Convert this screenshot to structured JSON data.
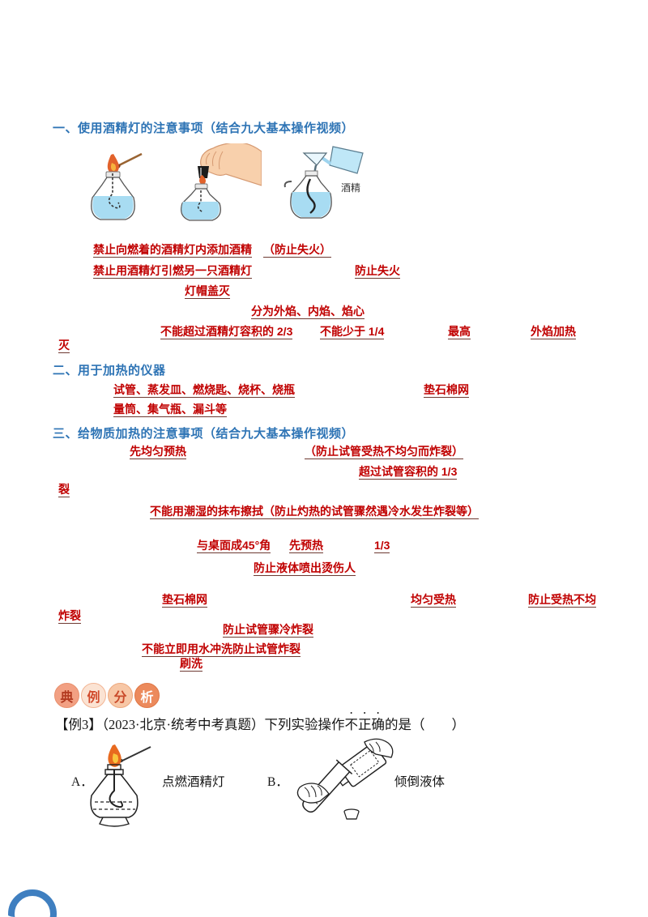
{
  "colors": {
    "heading_blue": "#2E74B5",
    "answer_red": "#C00000"
  },
  "sections": {
    "s1": {
      "heading": "一、使用酒精灯的注意事项（结合九大基本操作视频）",
      "answers": {
        "r1a": "禁止向燃着的酒精灯内添加酒精",
        "r1b": "（防止失火）",
        "r2a": "禁止用酒精灯引燃另一只酒精灯",
        "r2b": "防止失火",
        "r3": "灯帽盖灭",
        "r4": "分为外焰、内焰、焰心",
        "r5a": "不能超过酒精灯容积的 2/3",
        "r5b": "不能少于 1/4",
        "r5c": "最高",
        "r5d": "外焰加热",
        "r6": "灭"
      }
    },
    "s2": {
      "heading": "二、用于加热的仪器",
      "answers": {
        "r1a": "试管、蒸发皿、燃烧匙、烧杯、烧瓶",
        "r1b": "垫石棉网",
        "r2": "量筒、集气瓶、漏斗等"
      }
    },
    "s3": {
      "heading": "三、给物质加热的注意事项（结合九大基本操作视频）",
      "answers": {
        "r1a": "先均匀预热",
        "r1b": "（防止试管受热不均匀而炸裂）",
        "r2": "超过试管容积的 1/3",
        "r3": "裂",
        "r4": "不能用潮湿的抹布擦拭（防止灼热的试管骤然遇冷水发生炸裂等）",
        "r5a": "与桌面成45°角",
        "r5b": "先预热",
        "r5c": "1/3",
        "r6": "防止液体喷出烫伤人",
        "r7a": "垫石棉网",
        "r7b": "均匀受热",
        "r7c": "防止受热不均",
        "r8": "炸裂",
        "r9": "防止试管骤冷炸裂",
        "r10a": "不能立即用水冲洗",
        "r10b": "防止试管炸裂",
        "r11": "刷洗"
      }
    }
  },
  "fig3": {
    "label": "酒精"
  },
  "badge": {
    "chars": [
      "典",
      "例",
      "分",
      "析"
    ]
  },
  "example": {
    "tag": "【例3】",
    "source": "（2023·北京·统考中考真题）",
    "stem_pre": "下列实验操作",
    "stem_emph": "不正确",
    "stem_post": "的是（　　）",
    "options": [
      {
        "label": "A．",
        "text": "点燃酒精灯"
      },
      {
        "label": "B．",
        "text": "倾倒液体"
      }
    ]
  }
}
